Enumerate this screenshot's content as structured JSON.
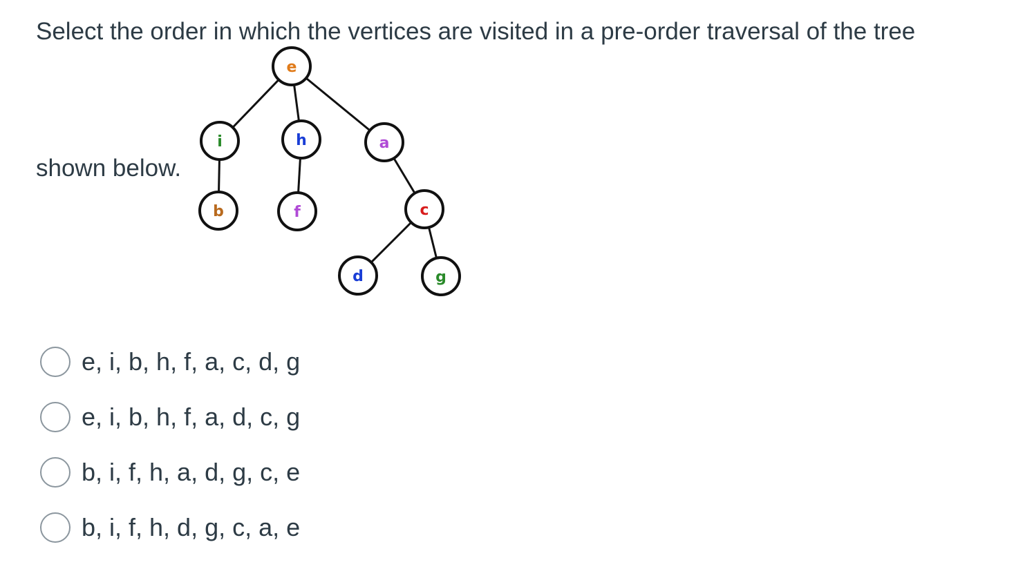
{
  "question": {
    "line1": "Select the order in which the vertices are visited in a pre-order traversal of the tree",
    "line2": "shown below."
  },
  "tree": {
    "nodes": [
      {
        "id": "e",
        "label": "e",
        "color": "#e07b1a"
      },
      {
        "id": "i",
        "label": "i",
        "color": "#2a8a2a"
      },
      {
        "id": "h",
        "label": "h",
        "color": "#1a3ed6"
      },
      {
        "id": "a",
        "label": "a",
        "color": "#b04ad6"
      },
      {
        "id": "b",
        "label": "b",
        "color": "#b86a1e"
      },
      {
        "id": "f",
        "label": "f",
        "color": "#b04ad6"
      },
      {
        "id": "c",
        "label": "c",
        "color": "#d81b1b"
      },
      {
        "id": "d",
        "label": "d",
        "color": "#1a3ed6"
      },
      {
        "id": "g",
        "label": "g",
        "color": "#2a8a2a"
      }
    ],
    "edges": [
      [
        "e",
        "i"
      ],
      [
        "e",
        "h"
      ],
      [
        "e",
        "a"
      ],
      [
        "i",
        "b"
      ],
      [
        "h",
        "f"
      ],
      [
        "a",
        "c"
      ],
      [
        "c",
        "d"
      ],
      [
        "c",
        "g"
      ]
    ]
  },
  "answers": [
    {
      "label": "e, i, b, h, f, a, c, d, g"
    },
    {
      "label": "e, i, b, h, f, a, d, c, g"
    },
    {
      "label": "b, i, f, h, a, d, g, c, e"
    },
    {
      "label": "b, i, f, h, d, g, c, a, e"
    }
  ]
}
